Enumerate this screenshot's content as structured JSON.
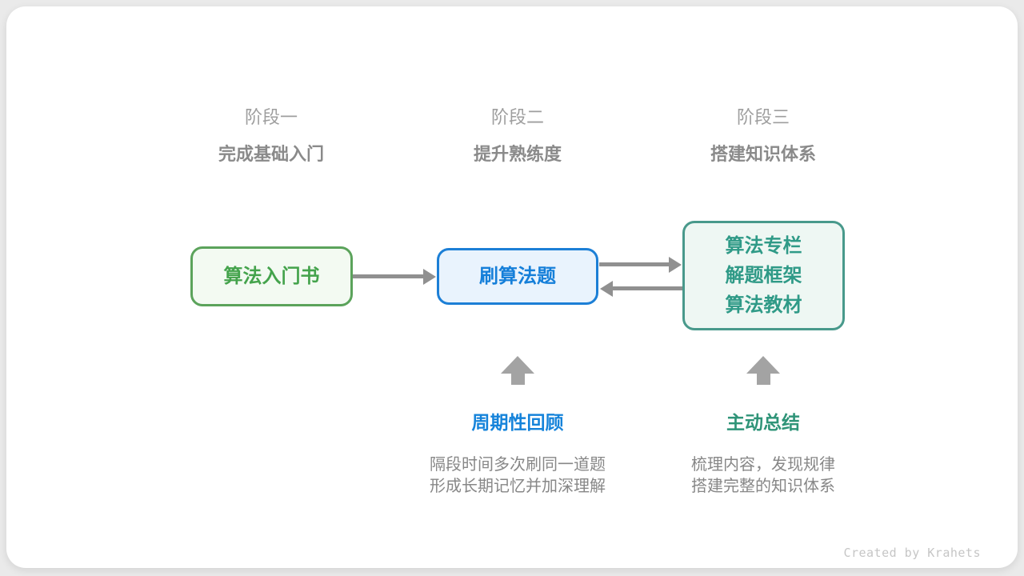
{
  "page": {
    "background_color": "#eaeaea",
    "card_color": "#ffffff"
  },
  "stages": [
    {
      "label": "阶段一",
      "subtitle": "完成基础入门"
    },
    {
      "label": "阶段二",
      "subtitle": "提升熟练度"
    },
    {
      "label": "阶段三",
      "subtitle": "搭建知识体系"
    }
  ],
  "nodes": [
    {
      "id": "intro-book",
      "lines": {
        "0": "算法入门书"
      },
      "border_color": "#5ba35b",
      "text_color": "#44a34c",
      "bg_color": "#f3faf2"
    },
    {
      "id": "practice-problems",
      "lines": {
        "0": "刷算法题"
      },
      "border_color": "#1c7fd6",
      "text_color": "#157fd9",
      "bg_color": "#e9f3fd"
    },
    {
      "id": "knowledge-resources",
      "lines": {
        "0": "算法专栏",
        "1": "解题框架",
        "2": "算法教材"
      },
      "border_color": "#48998b",
      "text_color": "#2f9a87",
      "bg_color": "#eef7f3"
    }
  ],
  "connectors": {
    "color": "#909090",
    "up_arrow_color": "#a3a3a3",
    "arrow_1": "intro-book to practice-problems, right",
    "arrow_2": "practice-problems to knowledge-resources, right",
    "arrow_3": "knowledge-resources to practice-problems, left"
  },
  "annotations": [
    {
      "title": "周期性回顾",
      "title_color": "#1583da",
      "desc_line_1": "隔段时间多次刷同一道题",
      "desc_line_2": "形成长期记忆并加深理解"
    },
    {
      "title": "主动总结",
      "title_color": "#2f9478",
      "desc_line_1": "梳理内容，发现规律",
      "desc_line_2": "搭建完整的知识体系"
    }
  ],
  "footer": {
    "credit": "Created by Krahets",
    "color": "#c6c6c6"
  }
}
